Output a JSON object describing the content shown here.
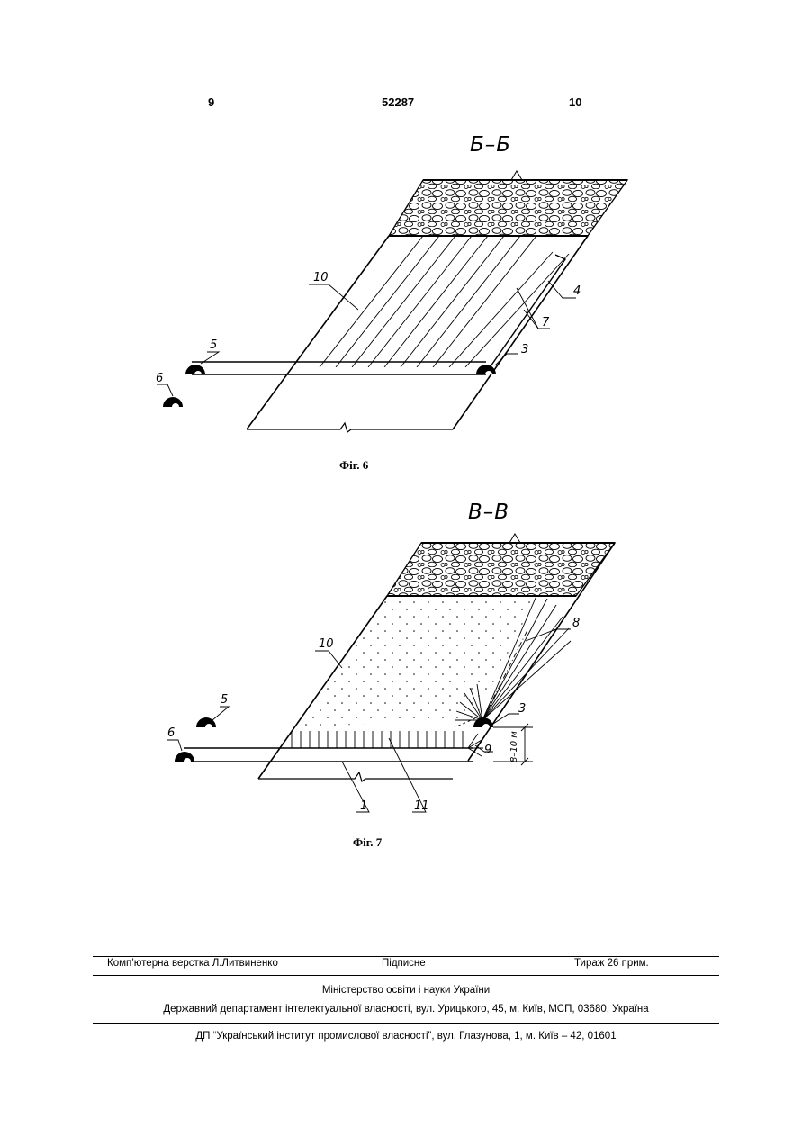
{
  "header": {
    "page_left": "9",
    "patent_number": "52287",
    "page_right": "10"
  },
  "figure6": {
    "section_title": "Б–Б",
    "caption": "Фіг. 6",
    "labels": {
      "l10": "10",
      "l5": "5",
      "l6": "6",
      "l3": "3",
      "l4": "4",
      "l7": "7"
    }
  },
  "figure7": {
    "section_title": "В–В",
    "caption": "Фіг. 7",
    "labels": {
      "l10": "10",
      "l5": "5",
      "l6": "6",
      "l3": "3",
      "l8": "8",
      "l9": "9",
      "l1": "1",
      "l11": "11",
      "dim": "8–10 м"
    }
  },
  "footer": {
    "layout": "Комп’ютерна верстка Л.Литвиненко",
    "signed": "Підписне",
    "circulation": "Тираж 26 прим.",
    "ministry": "Міністерство освіти і науки України",
    "department": "Державний департамент інтелектуальної власності, вул. Урицького, 45, м. Київ, МСП, 03680, Україна",
    "institute": "ДП “Український інститут промислової власності”, вул. Глазунова, 1, м. Київ – 42, 01601"
  }
}
